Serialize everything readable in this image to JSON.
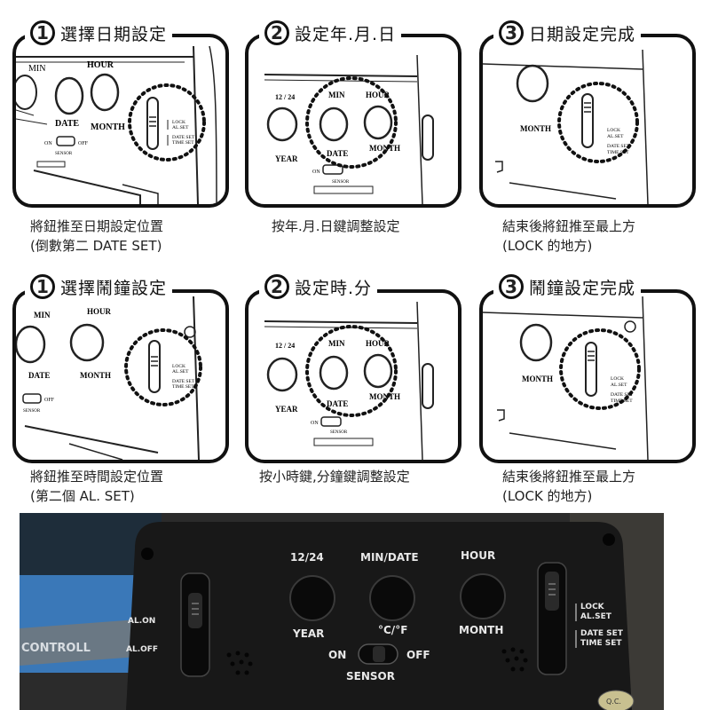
{
  "date_section": {
    "steps": [
      {
        "number": "1",
        "title": "選擇日期設定",
        "caption_line1": "將鈕推至日期設定位置",
        "caption_line2": "(倒數第二 DATE SET)"
      },
      {
        "number": "2",
        "title": "設定年.月.日",
        "caption_line1": "按年.月.日鍵調整設定",
        "caption_line2": ""
      },
      {
        "number": "3",
        "title": "日期設定完成",
        "caption_line1": "結束後將鈕推至最上方",
        "caption_line2": "(LOCK 的地方)"
      }
    ]
  },
  "alarm_section": {
    "steps": [
      {
        "number": "1",
        "title": "選擇鬧鐘設定",
        "caption_line1": "將鈕推至時間設定位置",
        "caption_line2": "(第二個 AL. SET)"
      },
      {
        "number": "2",
        "title": "設定時.分",
        "caption_line1": "按小時鍵,分鐘鍵調整設定",
        "caption_line2": ""
      },
      {
        "number": "3",
        "title": "鬧鐘設定完成",
        "caption_line1": "結束後將鈕推至最上方",
        "caption_line2": "(LOCK 的地方)"
      }
    ]
  },
  "sketch_labels": {
    "min": "MIN",
    "hour": "HOUR",
    "date": "DATE",
    "month": "MONTH",
    "year": "YEAR",
    "mode_1224": "12 / 24",
    "lock": "LOCK",
    "al_set": "AL.SET",
    "date_set": "DATE SET",
    "time_set": "TIME SET",
    "on": "ON",
    "off": "OFF",
    "sensor": "SENSOR"
  },
  "photo_labels": {
    "mode_1224": "12/24",
    "min_date": "MIN/DATE",
    "hour": "HOUR",
    "year": "YEAR",
    "c_f": "°C/°F",
    "month": "MONTH",
    "al_on": "AL.ON",
    "al_off": "AL.OFF",
    "on": "ON",
    "off": "OFF",
    "sensor": "SENSOR",
    "lock": "LOCK",
    "al_set": "AL.SET",
    "date_set": "DATE SET",
    "time_set": "TIME SET",
    "controller_text": "CONTROLL",
    "qc_stamp": "Q.C."
  },
  "colors": {
    "panel_border": "#111111",
    "photo_body": "#1a1a1a",
    "photo_label": "#e8e8e8",
    "photo_bg_blue": "#3a78b8"
  }
}
